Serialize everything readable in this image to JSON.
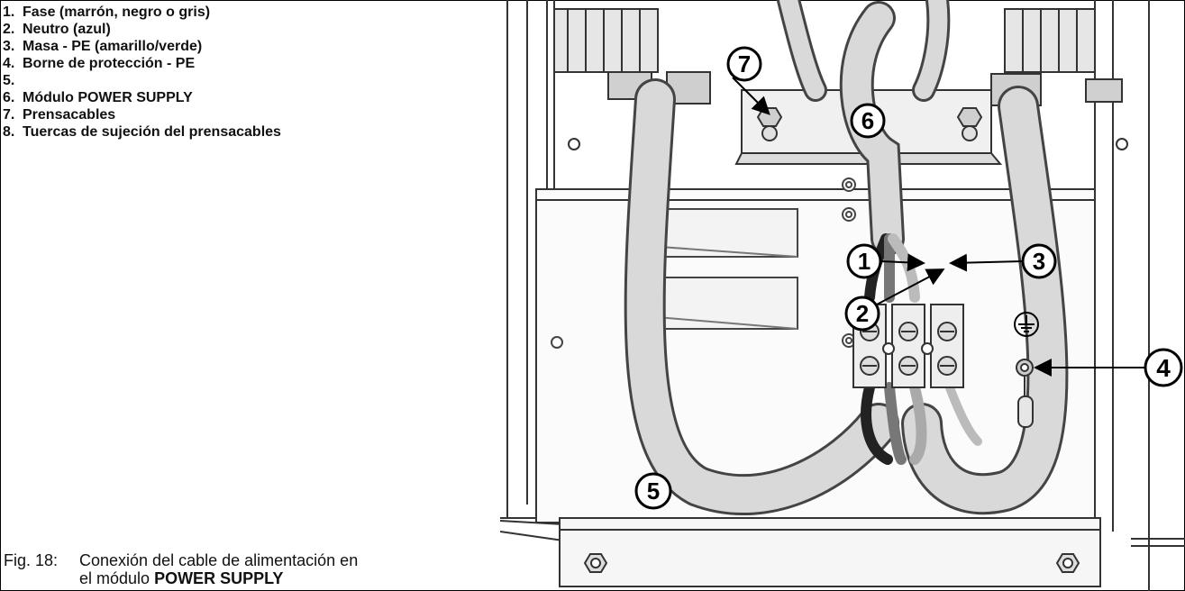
{
  "legend": {
    "items": [
      {
        "num": "1.",
        "text": "Fase (marrón, negro o gris)"
      },
      {
        "num": "2.",
        "text": "Neutro (azul)"
      },
      {
        "num": "3.",
        "text": "Masa - PE (amarillo/verde)"
      },
      {
        "num": "4.",
        "text": "Borne de protección - PE"
      },
      {
        "num": "5.",
        "text": ""
      },
      {
        "num": "6.",
        "text": "Módulo POWER SUPPLY"
      },
      {
        "num": "7.",
        "text": "Prensacables"
      },
      {
        "num": "8.",
        "text": "Tuercas de sujeción del prensacables"
      }
    ]
  },
  "caption": {
    "label": "Fig. 18:",
    "line1": "Conexión del cable de alimentación en",
    "line2_plain": "el módulo ",
    "line2_bold": "POWER SUPPLY"
  },
  "figure": {
    "callouts": {
      "c1": "1",
      "c2": "2",
      "c3": "3",
      "c4": "4",
      "c5": "5",
      "c6": "6",
      "c7": "7"
    }
  }
}
